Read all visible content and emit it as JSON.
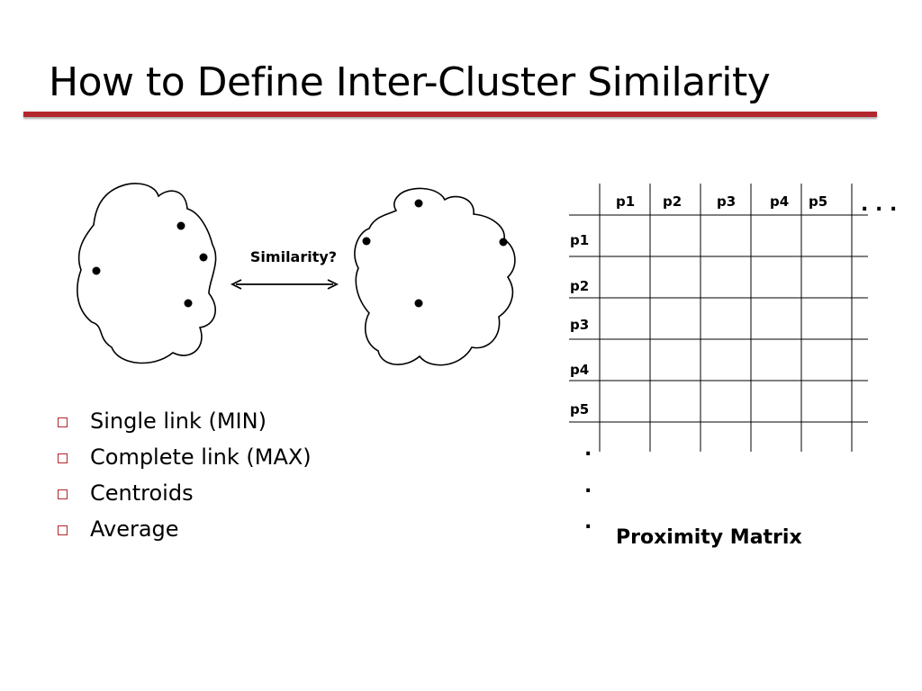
{
  "title": "How to Define Inter-Cluster Similarity",
  "similarity_label": "Similarity?",
  "bullets": [
    "Single link (MIN)",
    "Complete link (MAX)",
    "Centroids",
    "Average"
  ],
  "matrix": {
    "column_headers": [
      "p1",
      "p2",
      "p3",
      "p4",
      "p5"
    ],
    "row_headers": [
      "p1",
      "p2",
      "p3",
      "p4",
      "p5"
    ],
    "column_ellipsis": ". . .",
    "row_ellipsis": [
      ".",
      ".",
      "."
    ],
    "caption": "Proximity Matrix"
  },
  "colors": {
    "accent": "#b3262c",
    "ink": "#000000"
  }
}
